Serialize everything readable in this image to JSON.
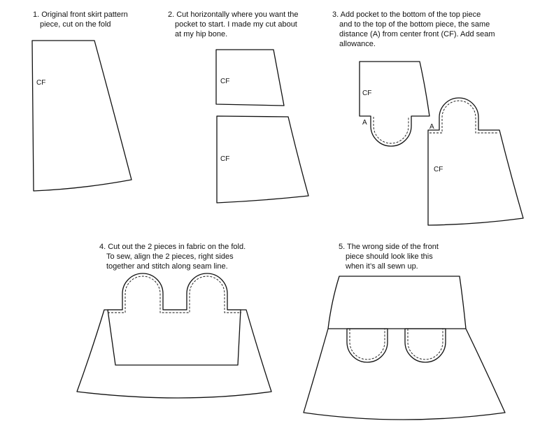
{
  "steps": [
    {
      "id": 1,
      "lines": [
        "1. Original front skirt pattern",
        "piece, cut on the fold"
      ]
    },
    {
      "id": 2,
      "lines": [
        "2. Cut horizontally where you want the",
        "pocket to start. I made my cut about",
        "at my hip bone."
      ]
    },
    {
      "id": 3,
      "lines": [
        "3. Add pocket to the bottom of the top piece",
        "and to the top of the bottom piece, the same",
        "distance (A) from center front (CF). Add seam",
        "allowance."
      ]
    },
    {
      "id": 4,
      "lines": [
        "4. Cut out the 2 pieces in fabric on the fold.",
        "To sew, align the 2 pieces, right sides",
        "together and stitch along seam line."
      ]
    },
    {
      "id": 5,
      "lines": [
        "5. The wrong side of the front",
        "piece should look like this",
        "when it’s all sewn up."
      ]
    }
  ],
  "labels": {
    "cf": "CF",
    "a": "A"
  }
}
